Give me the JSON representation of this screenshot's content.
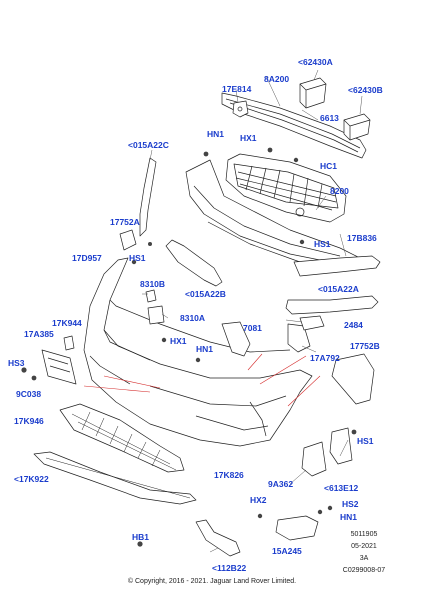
{
  "parts": {
    "p62430A_top": "<62430A",
    "p8A200": "8A200",
    "p17E814": "17E814",
    "p62430B": "<62430B",
    "p6613": "6613",
    "pHN1_a": "HN1",
    "pHX1_a": "HX1",
    "p015A22C": "<015A22C",
    "pHC1": "HC1",
    "p8200": "8200",
    "p17752A": "17752A",
    "pHS1_a": "HS1",
    "p17B836": "17B836",
    "p17D957": "17D957",
    "p8310B": "8310B",
    "p015A22B": "<015A22B",
    "p015A22A": "<015A22A",
    "p8310A": "8310A",
    "p2484": "2484",
    "p17K944": "17K944",
    "p7081": "7081",
    "p17A385": "17A385",
    "pHX1_b": "HX1",
    "pHN1_b": "HN1",
    "p17752B": "17752B",
    "pHS3": "HS3",
    "p17A792": "17A792",
    "p9C038": "9C038",
    "p17K946": "17K946",
    "pHS1_c": "HS1",
    "p17K826": "17K826",
    "p9A362": "9A362",
    "p613E12": "<613E12",
    "p17K922": "<17K922",
    "pHX2": "HX2",
    "pHS2": "HS2",
    "pHN1_c": "HN1",
    "p15A245": "15A245",
    "pHB1": "HB1",
    "p112B22": "<112B22",
    "pHS1_b": "HS1"
  },
  "reference": {
    "line1": "5011905",
    "line2": "05-2021",
    "line3": "3A",
    "line4": "C0299008-07"
  },
  "copyright": "© Copyright, 2016 - 2021. Jaguar Land Rover Limited."
}
